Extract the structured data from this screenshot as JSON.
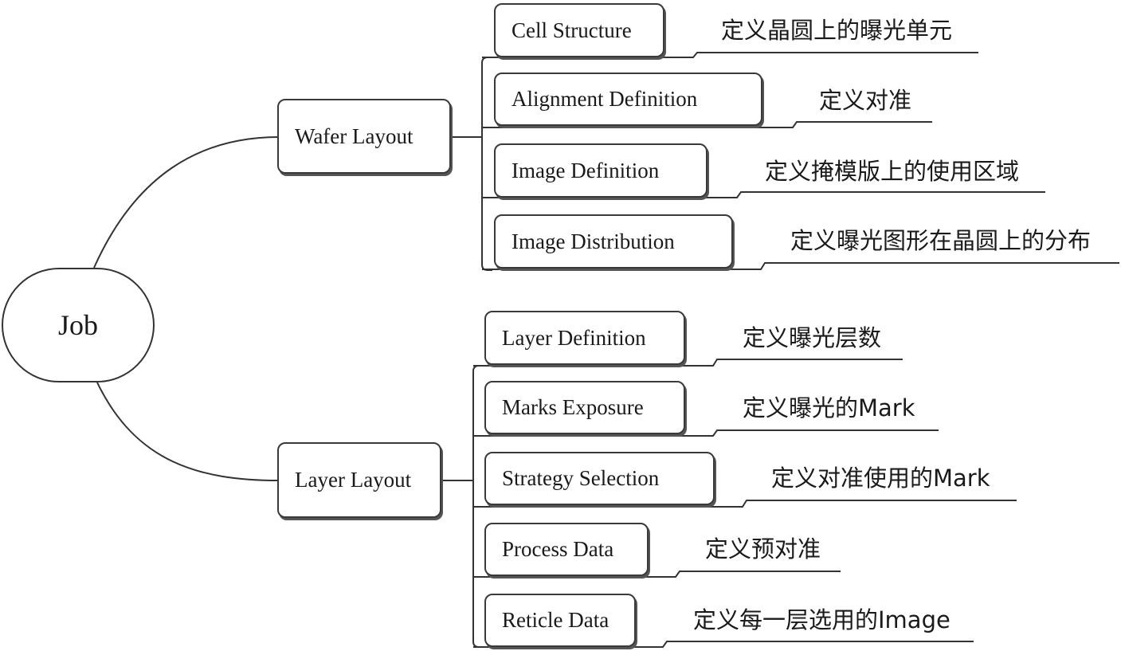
{
  "root": {
    "label": "Job"
  },
  "branches": [
    {
      "label": "Wafer Layout",
      "children": [
        {
          "label": "Cell Structure",
          "note": "定义晶圆上的曝光单元"
        },
        {
          "label": "Alignment Definition",
          "note": "定义对准"
        },
        {
          "label": "Image Definition",
          "note": "定义掩模版上的使用区域"
        },
        {
          "label": "Image Distribution",
          "note": "定义曝光图形在晶圆上的分布"
        }
      ]
    },
    {
      "label": "Layer Layout",
      "children": [
        {
          "label": "Layer Definition",
          "note": "定义曝光层数"
        },
        {
          "label": "Marks Exposure",
          "note": "定义曝光的Mark"
        },
        {
          "label": "Strategy Selection",
          "note": "定义对准使用的Mark"
        },
        {
          "label": "Process Data",
          "note": "定义预对准"
        },
        {
          "label": "Reticle Data",
          "note": "定义每一层选用的Image"
        }
      ]
    }
  ]
}
